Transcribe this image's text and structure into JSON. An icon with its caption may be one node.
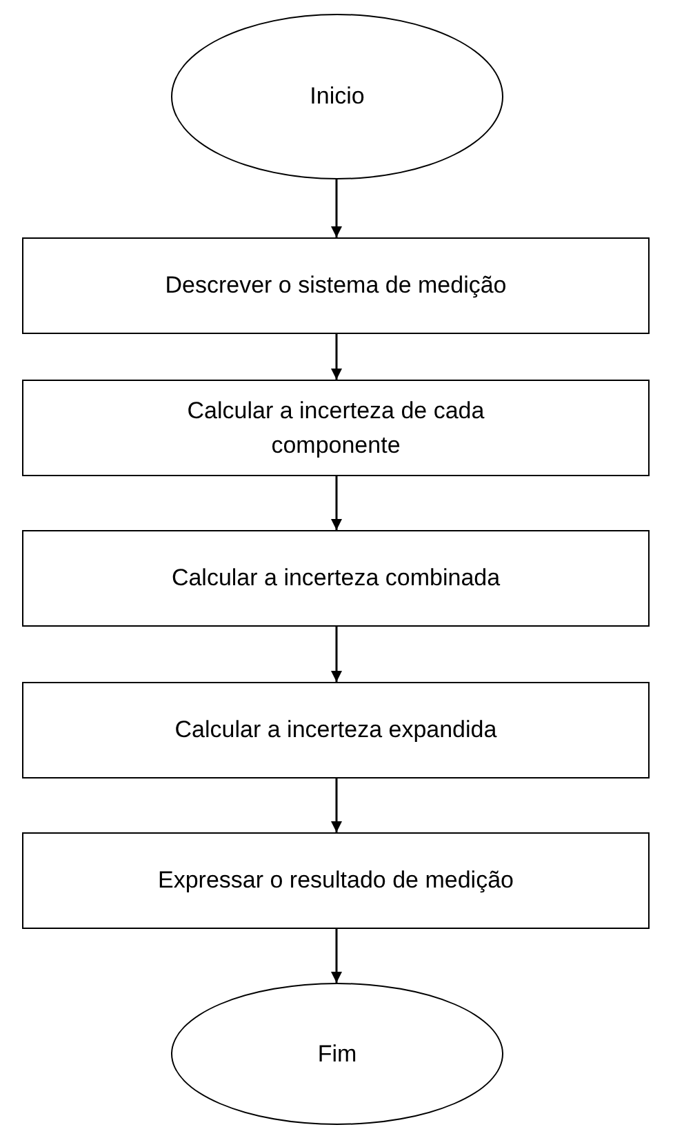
{
  "diagram": {
    "nodes": [
      {
        "text": [
          "Inicio"
        ]
      },
      {
        "text": [
          "Descrever o sistema de medição"
        ]
      },
      {
        "text": [
          "Calcular a incerteza de cada componente"
        ]
      },
      {
        "text": [
          "Calcular a incerteza combinada"
        ]
      },
      {
        "text": [
          "Calcular a incerteza expandida"
        ]
      },
      {
        "text": [
          "Expressar o resultado de medição"
        ]
      },
      {
        "text": [
          "Fim"
        ]
      }
    ],
    "edges": [
      {
        "from": 0,
        "to": 1,
        "arrow": "to"
      },
      {
        "from": 1,
        "to": 2,
        "arrow": "to"
      },
      {
        "from": 2,
        "to": 3,
        "arrow": "to"
      },
      {
        "from": 3,
        "to": 4,
        "arrow": "to"
      },
      {
        "from": 4,
        "to": 5,
        "arrow": "to"
      },
      {
        "from": 5,
        "to": 6,
        "arrow": "to"
      }
    ]
  }
}
